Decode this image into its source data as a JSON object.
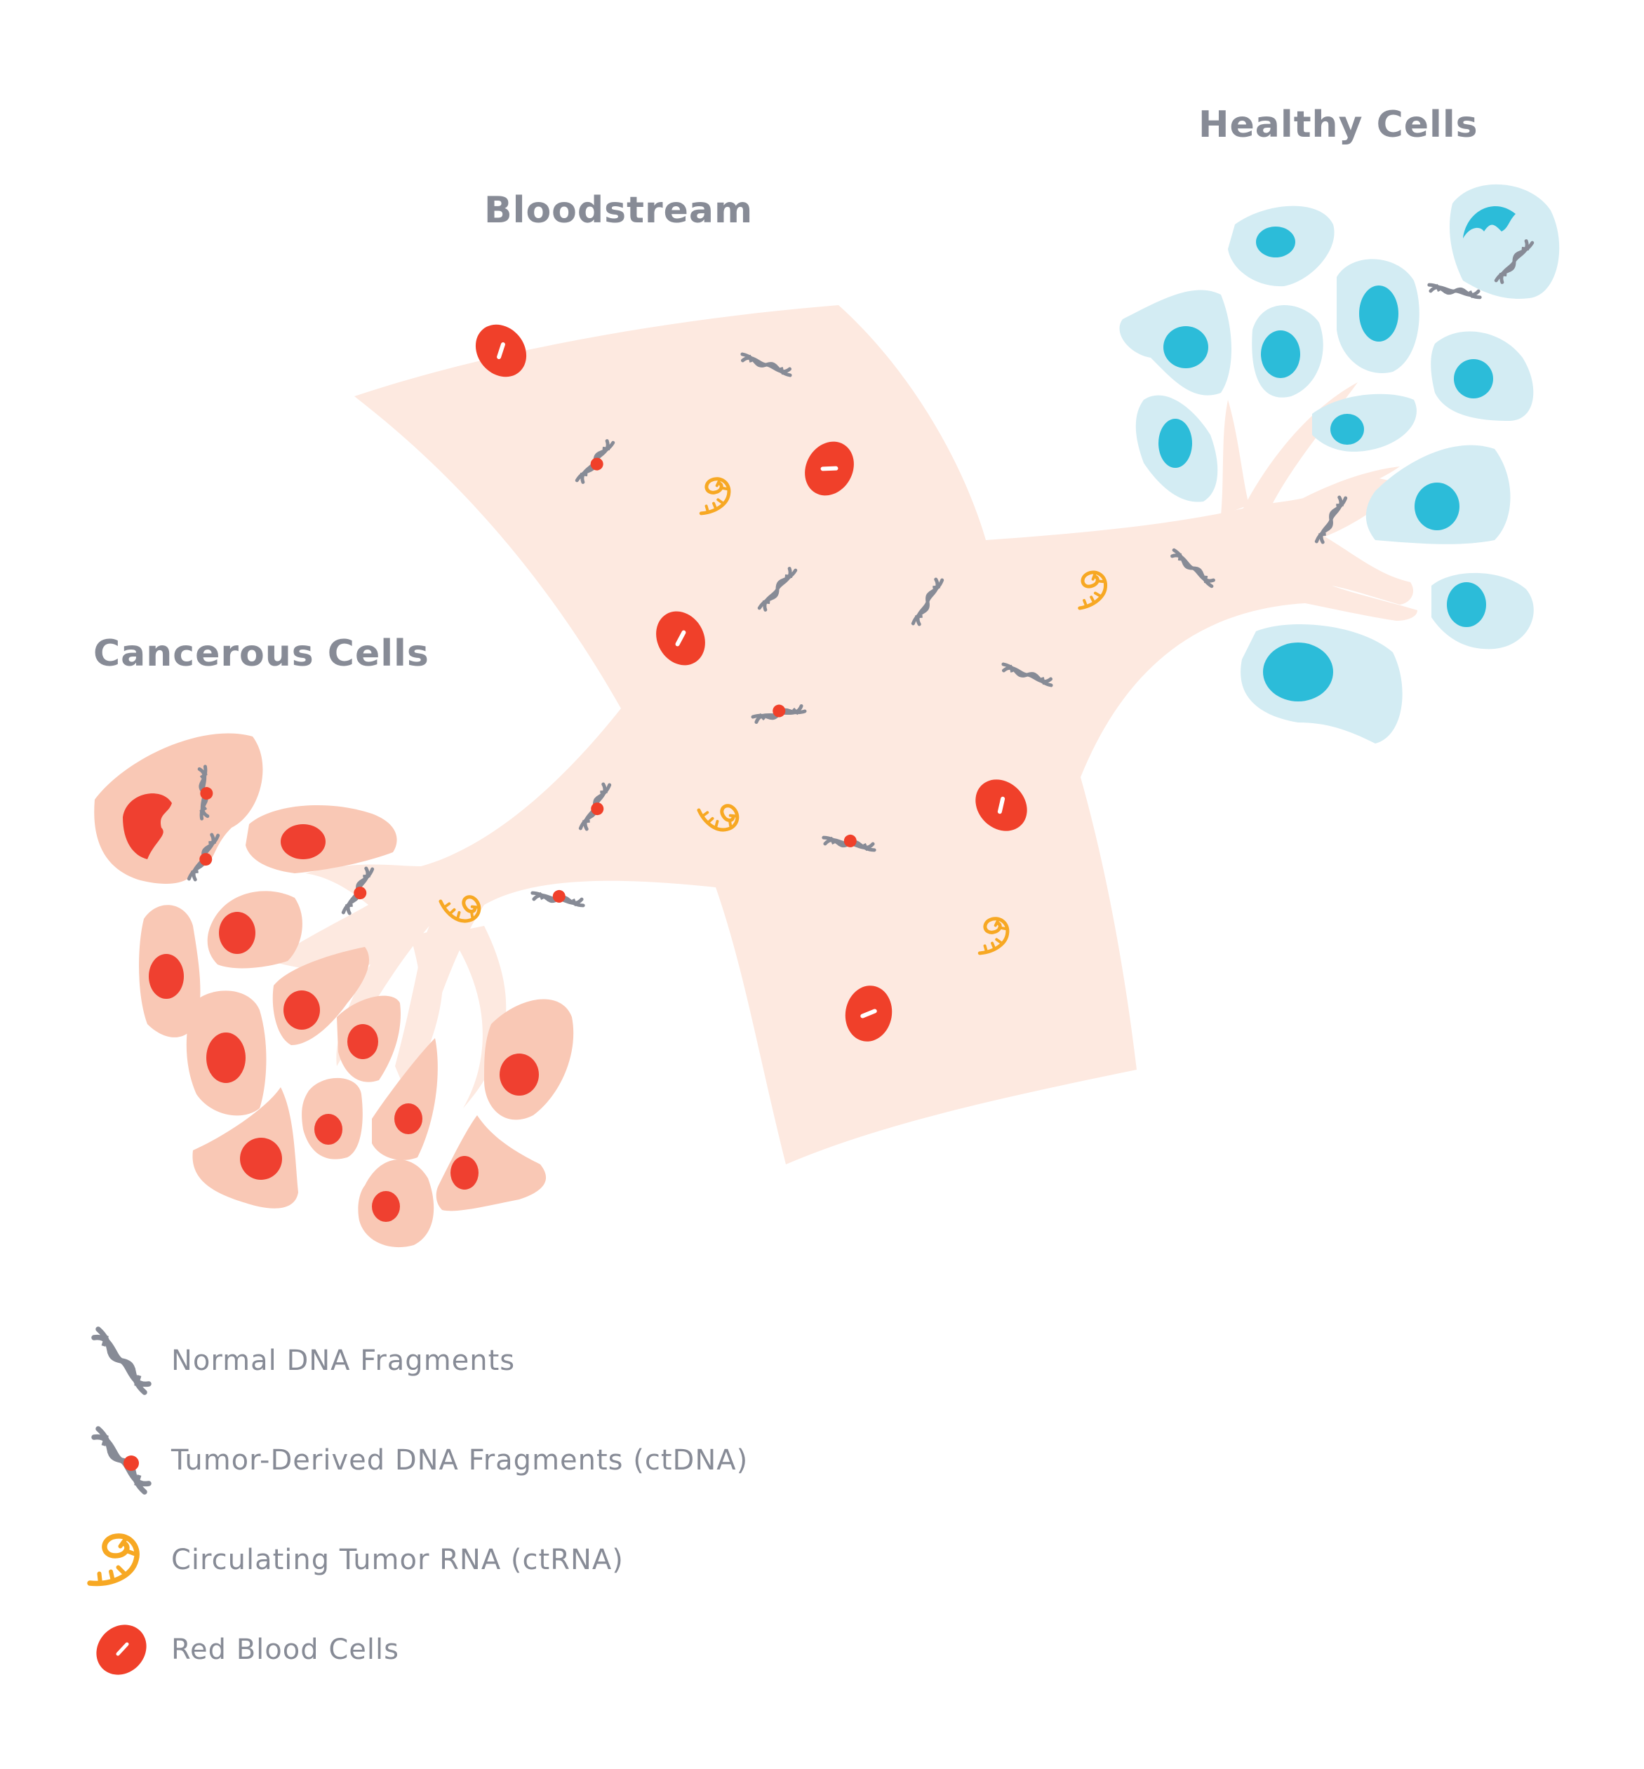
{
  "colors": {
    "vessel": "#fde9e0",
    "rbc": "#f0402a",
    "dna": "#878b96",
    "tumor_marker": "#f0402a",
    "rna": "#f7a823",
    "healthy_cell": "#d3ecf3",
    "healthy_nucleus": "#2cbcd9",
    "cancer_cell": "#f9c8b5",
    "cancer_nucleus": "#ef4030",
    "heading_text": "#878b96",
    "legend_text": "#878b96"
  },
  "regions": {
    "bloodstream": "Bloodstream",
    "healthy": "Healthy Cells",
    "cancer": "Cancerous Cells"
  },
  "legend": [
    {
      "icon": "dna-icon",
      "label": "Normal DNA Fragments"
    },
    {
      "icon": "ctdna-icon",
      "label": "Tumor-Derived DNA Fragments (ctDNA)"
    },
    {
      "icon": "rna-icon",
      "label": "Circulating Tumor RNA (ctRNA)"
    },
    {
      "icon": "red-blood-cell-icon",
      "label": "Red Blood Cells"
    }
  ]
}
